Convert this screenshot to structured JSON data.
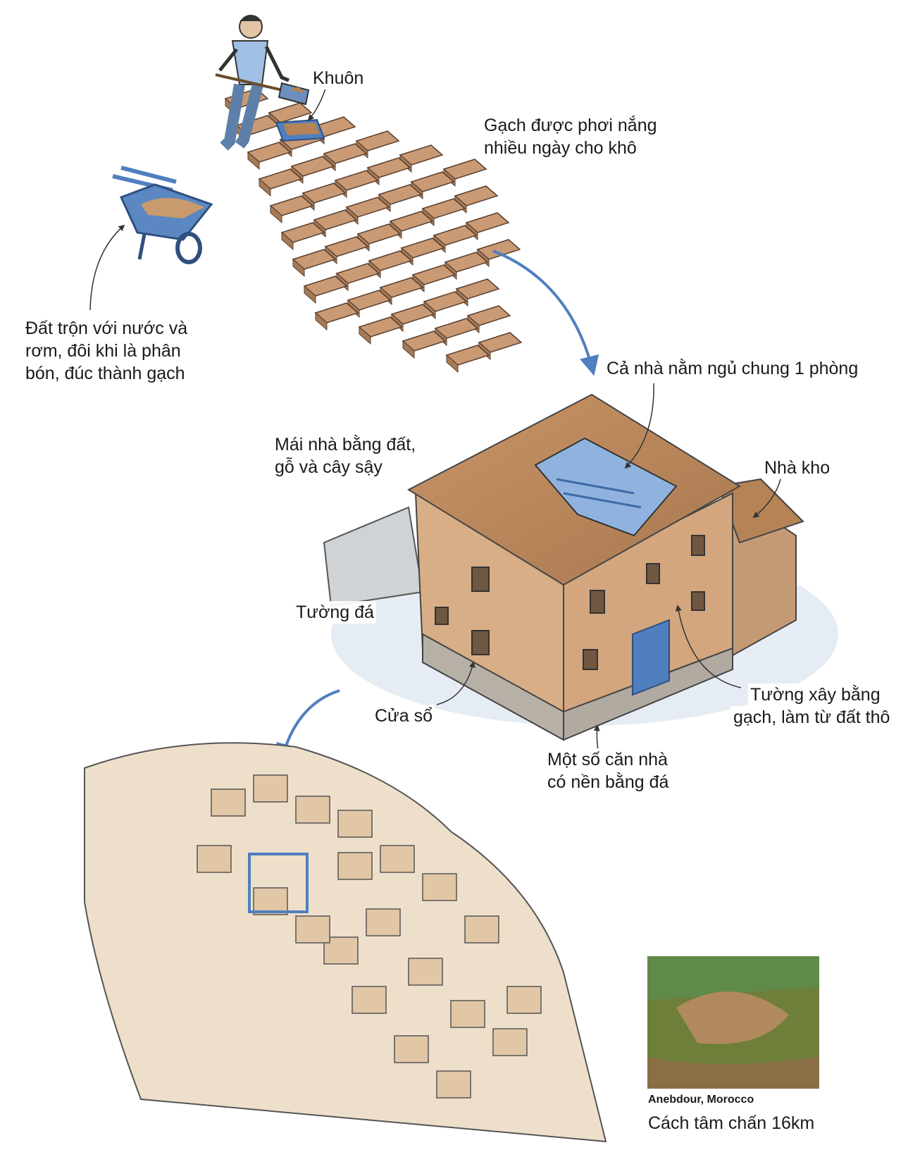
{
  "labels": {
    "khuon": "Khuôn",
    "gach_phoi_1": "Gạch được phơi nắng",
    "gach_phoi_2": "nhiều ngày cho khô",
    "dat_tron_1": "Đất trộn với nước và",
    "dat_tron_2": "rơm, đôi khi là phân",
    "dat_tron_3": "bón, đúc thành gạch",
    "ca_nha": "Cả nhà nằm ngủ chung 1 phòng",
    "mai_nha_1": "Mái nhà bằng đất,",
    "mai_nha_2": "gỗ và cây sậy",
    "nha_kho": "Nhà kho",
    "tuong_da": "Tường đá",
    "cua_so": "Cửa sổ",
    "tuong_xay_1": "Tường xây bằng",
    "tuong_xay_2": "gạch, làm từ đất thô",
    "nen_da_1": "Một số căn nhà",
    "nen_da_2": "có nền bằng đá"
  },
  "photo_caption": {
    "place": "Anebdour, Morocco",
    "distance": "Cách tâm chấn 16km"
  },
  "colors": {
    "brick": "#c99a74",
    "earth": "#c08f63",
    "accent_blue": "#4f7fbf",
    "sketch": "#3a3a3a"
  }
}
